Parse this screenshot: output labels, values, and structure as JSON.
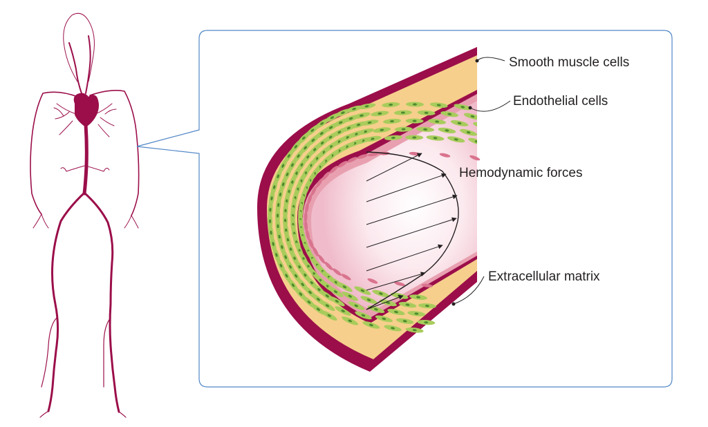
{
  "labels": {
    "smooth_muscle": "Smooth muscle cells",
    "endothelial": "Endothelial cells",
    "hemodynamic": "Hemodynamic forces",
    "ecm": "Extracellular matrix"
  },
  "colors": {
    "vessel_red": "#9b0e4a",
    "matrix_yellow": "#f6cf8c",
    "muscle_green": "#a8cc5c",
    "nucleus_green": "#4e8a2e",
    "endothelium_pink": "#e8a0b0",
    "lumen_pink": "#f7d8df",
    "callout_blue": "#4f86c6",
    "text": "#231f20"
  }
}
